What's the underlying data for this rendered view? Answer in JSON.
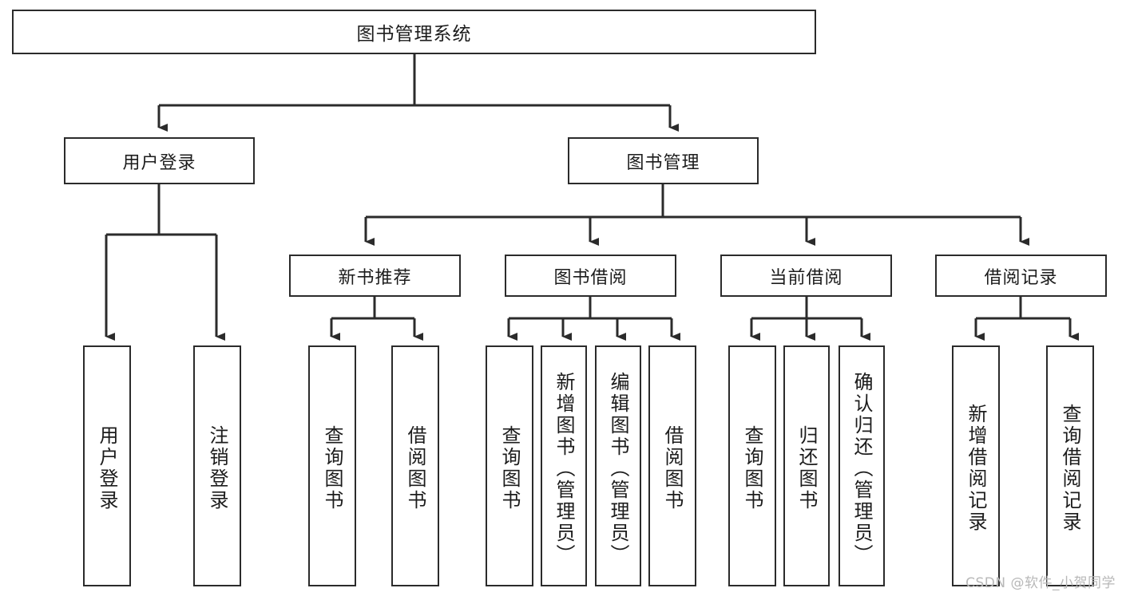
{
  "diagram": {
    "title": "图书管理系统",
    "watermark": "CSDN @软件_小贺同学",
    "colors": {
      "border": "#2b2b2b",
      "fill": "#ffffff",
      "text": "#1c1c1c",
      "watermark": "#b8b8b8"
    },
    "root": {
      "label": "图书管理系统"
    },
    "level2": [
      {
        "label": "用户登录"
      },
      {
        "label": "图书管理"
      }
    ],
    "level3": [
      {
        "label": "新书推荐"
      },
      {
        "label": "图书借阅"
      },
      {
        "label": "当前借阅"
      },
      {
        "label": "借阅记录"
      }
    ],
    "leaves": {
      "user_login": [
        {
          "label": "用户登录"
        },
        {
          "label": "注销登录"
        }
      ],
      "new_book": [
        {
          "label": "查询图书"
        },
        {
          "label": "借阅图书"
        }
      ],
      "book_borrow": [
        {
          "label": "查询图书"
        },
        {
          "label": "新增图书（管理员）"
        },
        {
          "label": "编辑图书（管理员）"
        },
        {
          "label": "借阅图书"
        }
      ],
      "current_borrow": [
        {
          "label": "查询图书"
        },
        {
          "label": "归还图书"
        },
        {
          "label": "确认归还（管理员）"
        }
      ],
      "borrow_record": [
        {
          "label": "新增借阅记录"
        },
        {
          "label": "查询借阅记录"
        }
      ]
    }
  }
}
